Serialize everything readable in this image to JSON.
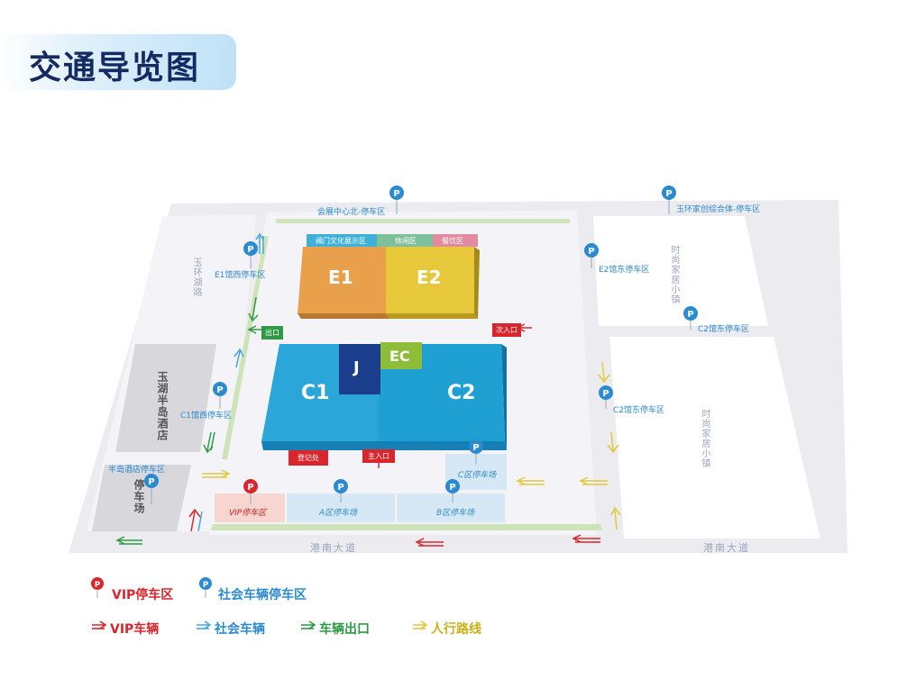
{
  "title": "交通导览图",
  "colors": {
    "vip": "#d9262c",
    "public": "#2c8ad0",
    "exit": "#2e9a45",
    "pedestrian": "#e0c93a",
    "e1": "#e8a04a",
    "e2": "#e6c83a",
    "c": "#2aa6d8",
    "j": "#1a3d8c",
    "ec": "#8ebd3a"
  },
  "halls": {
    "e1": "E1",
    "e2": "E2",
    "c1": "C1",
    "c2": "C2",
    "j": "J",
    "ec": "EC",
    "culture": "阀门文化展示区",
    "rest": "休闲区",
    "dining": "餐饮区"
  },
  "parking": {
    "north": "会展中心北-停车区",
    "yuhuan": "玉环家创综合体-停车区",
    "e1_west": "E1馆西停车区",
    "e2_east": "E2馆东停车区",
    "c2_east_north": "C2馆东停车区",
    "c1_west": "C1馆西停车区",
    "c2_east": "C2馆东停车区",
    "hotel": "半岛酒店停车区",
    "c_zone": "C区停车场",
    "a_zone": "A区停车场",
    "b_zone": "B区停车场",
    "vip": "VIP停车区"
  },
  "entrances": {
    "exit": "出口",
    "second": "次入口",
    "register": "登记处",
    "main": "主入口"
  },
  "places": {
    "yuhu_road": "玉环湖路",
    "hotel": "玉湖半岛酒店",
    "hotel_parking_lot": "停车场",
    "fashion_town_north": "时尚家居小镇",
    "fashion_town_south": "时尚家居小镇",
    "gangnan_west": "港南大道",
    "gangnan_east": "港南大道"
  },
  "legend": {
    "vip_parking": "VIP停车区",
    "public_parking": "社会车辆停车区",
    "vip_vehicle": "VIP车辆",
    "public_vehicle": "社会车辆",
    "vehicle_exit": "车辆出口",
    "pedestrian_route": "人行路线"
  }
}
